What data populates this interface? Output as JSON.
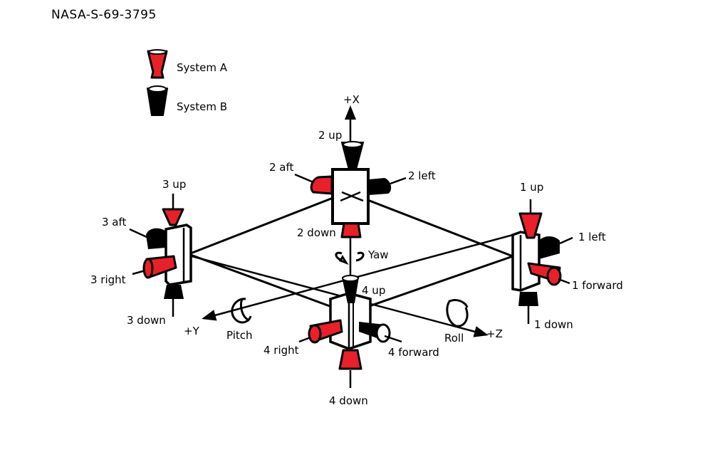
{
  "document_id": "NASA-S-69-3795",
  "colors": {
    "system_a": "#e8202a",
    "system_b": "#000000",
    "outline": "#000000"
  },
  "legend": [
    {
      "label": "System A",
      "icon": "red-thruster-icon"
    },
    {
      "label": "System B",
      "icon": "black-thruster-icon"
    }
  ],
  "axes": {
    "x": "+X",
    "y": "+Y",
    "z": "+Z"
  },
  "rotations": {
    "yaw": "Yaw",
    "pitch": "Pitch",
    "roll": "Roll"
  },
  "quads": {
    "q1": {
      "up": "1 up",
      "left": "1 left",
      "forward": "1 forward",
      "down": "1 down"
    },
    "q2": {
      "up": "2 up",
      "aft": "2 aft",
      "left": "2 left",
      "down": "2 down"
    },
    "q3": {
      "up": "3 up",
      "aft": "3 aft",
      "right": "3 right",
      "down": "3 down"
    },
    "q4": {
      "up": "4 up",
      "right": "4 right",
      "forward": "4 forward",
      "down": "4 down"
    }
  }
}
